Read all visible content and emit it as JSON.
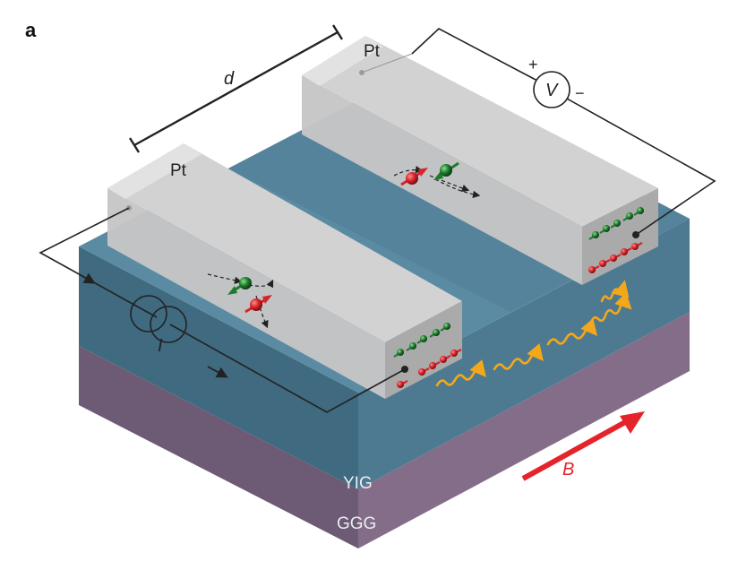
{
  "panel_label": "a",
  "layers": {
    "top": "YIG",
    "bottom": "GGG"
  },
  "electrodes": {
    "left": "Pt",
    "right": "Pt"
  },
  "symbols": {
    "distance": "d",
    "current": "I",
    "voltage": "V",
    "field": "B",
    "plus": "+",
    "minus": "−"
  },
  "colors": {
    "yig_top": "#5b8ba3",
    "yig_front": "#3f6a80",
    "yig_side": "#4e7a90",
    "ggg_front": "#6e5a75",
    "ggg_side": "#866d89",
    "pt_top": "#d3d3d3",
    "pt_front": "#c4c4c4",
    "pt_side": "#a9a9a9",
    "spin_up": "#d8232a",
    "spin_down": "#1f7a2e",
    "magnon": "#f3a81c",
    "field_arrow": "#e5232a"
  }
}
